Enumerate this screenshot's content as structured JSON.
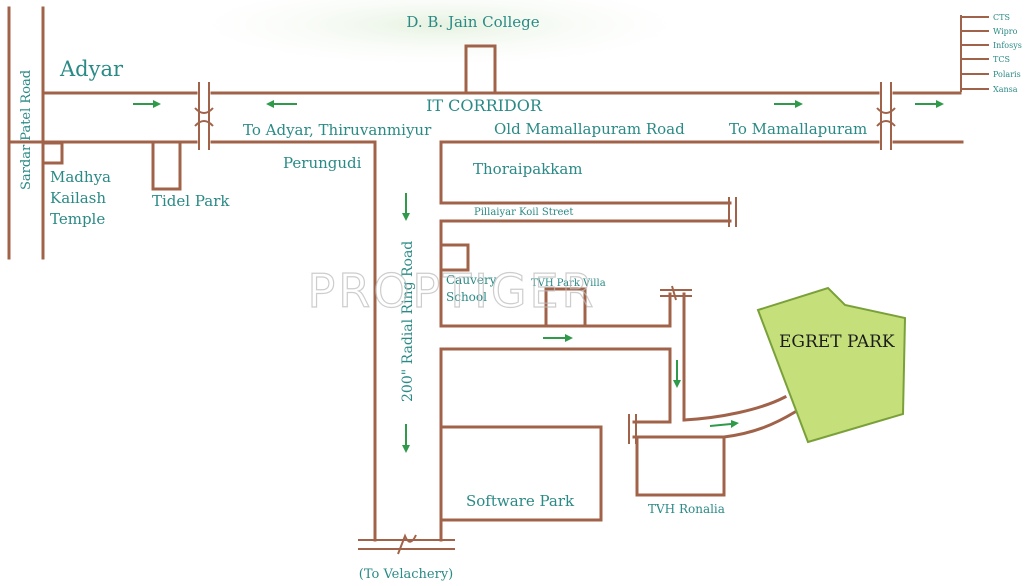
{
  "map": {
    "watermark": "PROPTIGER",
    "places": {
      "adyar": "Adyar",
      "sardar_patel_road": "Sardar Patel Road",
      "db_jain_college": "D. B. Jain College",
      "it_corridor": "IT CORRIDOR",
      "to_adyar": "To Adyar, Thiruvanmiyur",
      "old_mamallapuram_road": "Old Mamallapuram Road",
      "to_mamallapuram": "To Mamallapuram",
      "perungudi": "Perungudi",
      "madhya": "Madhya",
      "kailash": "Kailash",
      "temple": "Temple",
      "tidel_park": "Tidel Park",
      "thoraipakkam": "Thoraipakkam",
      "pillaiyar_koil_street": "Pillaiyar Koil Street",
      "cauvery": "Cauvery",
      "school": "School",
      "tvh_park_villa": "TVH Park Villa",
      "radial_ring_road": "200\" Radial Ring Road",
      "egret_park": "EGRET PARK",
      "tvh_ronalia": "TVH Ronalia",
      "software_park": "Software Park",
      "to_velachery": "(To Velachery)"
    },
    "companies": [
      "CTS",
      "Wipro",
      "Infosys",
      "TCS",
      "Polaris",
      "Xansa"
    ],
    "colors": {
      "road": "#a0634a",
      "label": "#2a8a86",
      "arrow": "#2f9a4a",
      "egret_fill": "#c5e07a",
      "egret_stroke": "#7aa03a",
      "background": "#ffffff"
    }
  }
}
